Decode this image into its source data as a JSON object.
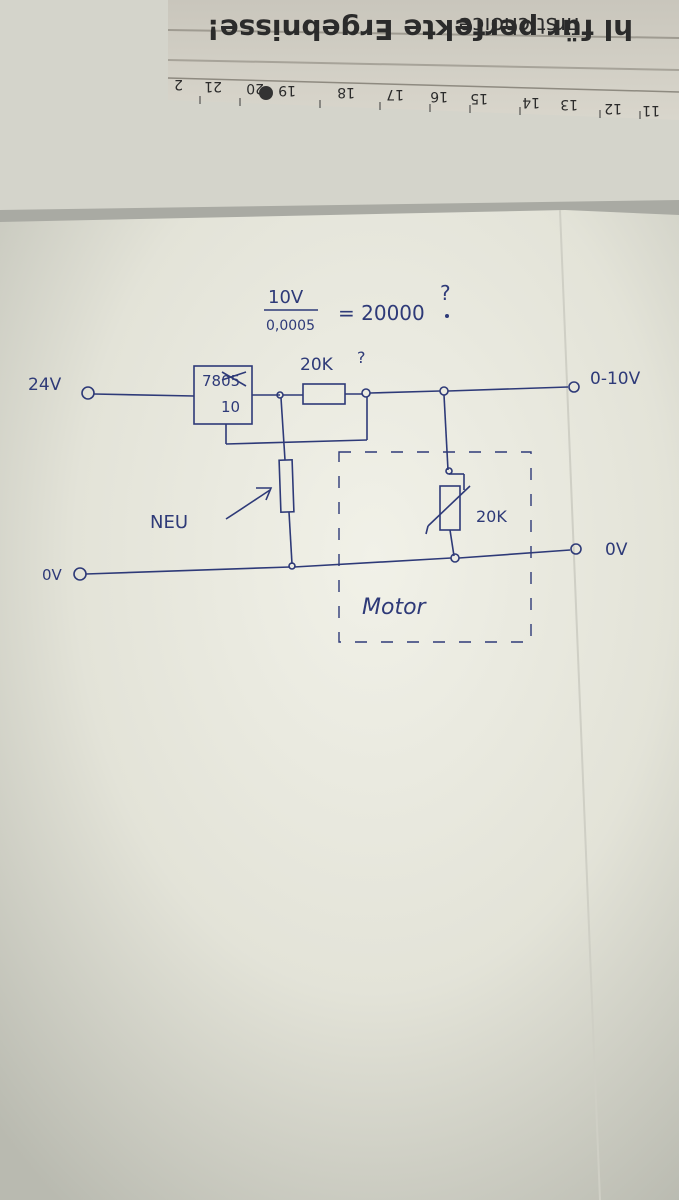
{
  "ruler": {
    "slogan": "hl für perfekte Ergebnisse!",
    "slogan_top": "first choice",
    "numbers": [
      "2",
      "21",
      "20",
      "19",
      "18",
      "17",
      "16",
      "15",
      "14",
      "13",
      "12",
      "11"
    ]
  },
  "formula": {
    "numerator": "10V",
    "denominator": "0,0005",
    "result": "= 20000"
  },
  "labels": {
    "input_voltage": "24V",
    "ground_left": "0V",
    "regulator_top": "7805",
    "regulator_bottom": "10",
    "resistor_top": "20K",
    "output_voltage": "0-10V",
    "ground_right": "0V",
    "pot_value": "20K",
    "new_label": "NEU",
    "motor_label": "Motor"
  },
  "colors": {
    "ink": "#2e3a78",
    "paper": "#ecece2",
    "background": "#5b5d58"
  }
}
